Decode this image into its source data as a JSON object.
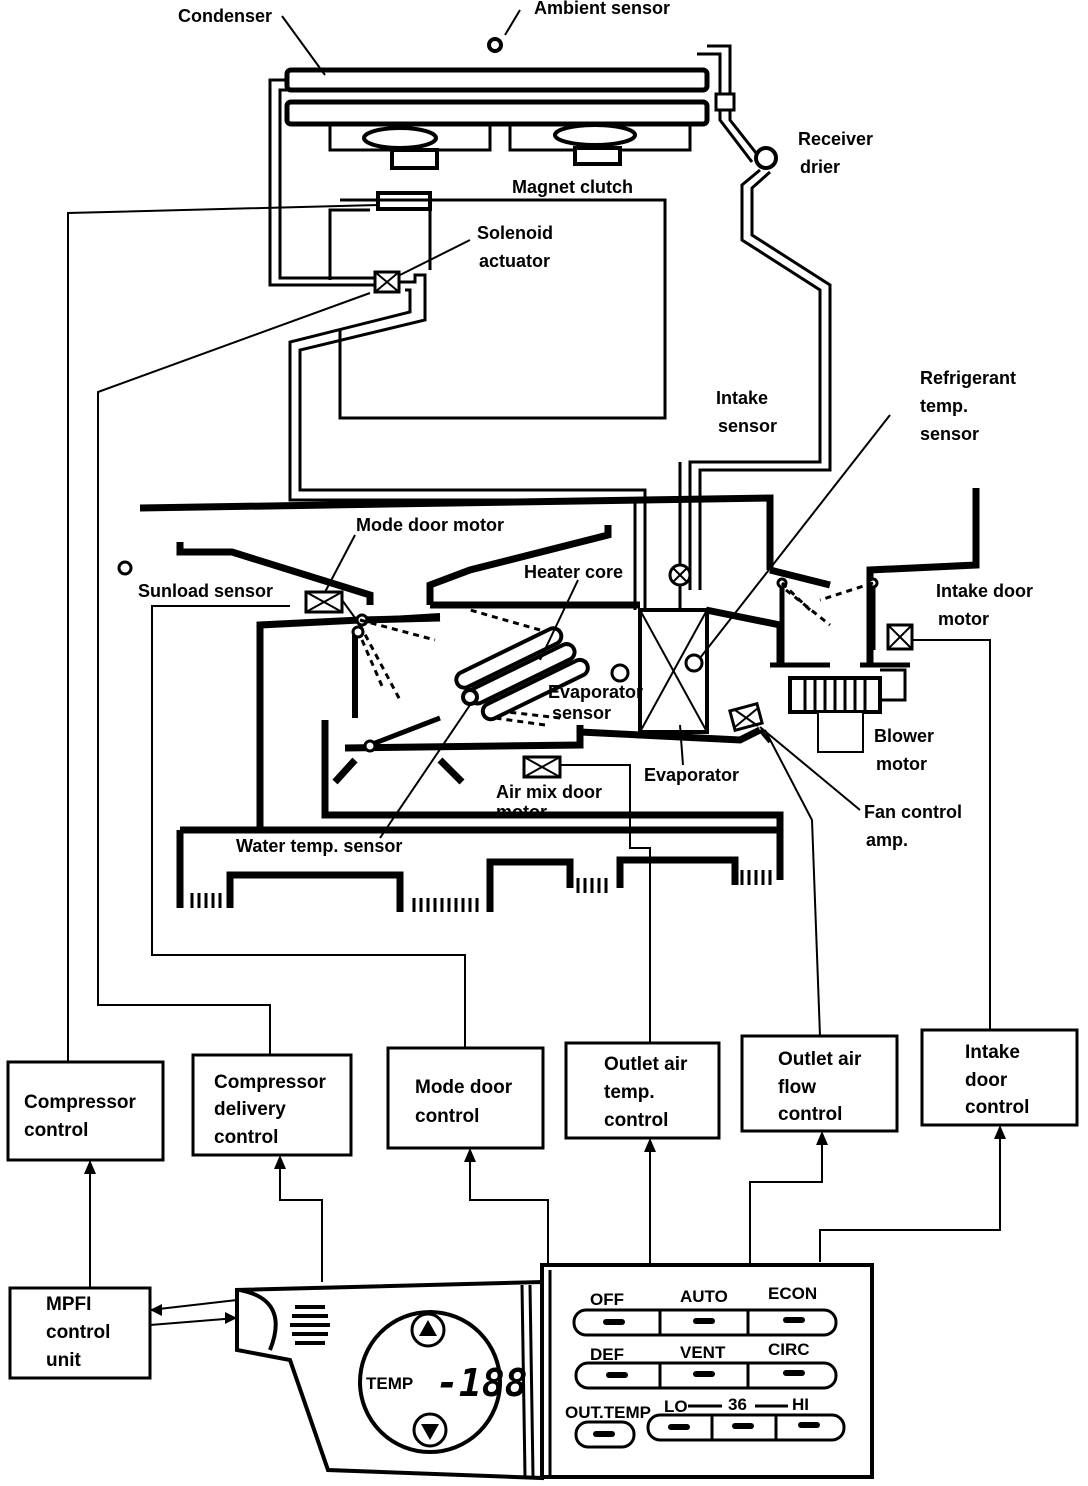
{
  "labels": {
    "condenser": "Condenser",
    "ambient_sensor": "Ambient sensor",
    "receiver_drier_1": "Receiver",
    "receiver_drier_2": "drier",
    "magnet_clutch": "Magnet clutch",
    "solenoid_actuator_1": "Solenoid",
    "solenoid_actuator_2": "actuator",
    "intake_sensor_1": "Intake",
    "intake_sensor_2": "sensor",
    "refrigerant_temp_sensor_1": "Refrigerant",
    "refrigerant_temp_sensor_2": "temp.",
    "refrigerant_temp_sensor_3": "sensor",
    "mode_door_motor": "Mode door motor",
    "sunload_sensor": "Sunload sensor",
    "heater_core": "Heater core",
    "evaporator_sensor_1": "Evaporator",
    "evaporator_sensor_2": "sensor",
    "intake_door_motor_1": "Intake door",
    "intake_door_motor_2": "motor",
    "blower_motor_1": "Blower",
    "blower_motor_2": "motor",
    "air_mix_door_motor_1": "Air mix door",
    "air_mix_door_motor_2": "motor",
    "evaporator": "Evaporator",
    "fan_control_amp_1": "Fan control",
    "fan_control_amp_2": "amp.",
    "water_temp_sensor": "Water temp. sensor"
  },
  "control_boxes": [
    {
      "id": "compressor-control",
      "lines": [
        "Compressor",
        "control"
      ]
    },
    {
      "id": "compressor-delivery-control",
      "lines": [
        "Compressor",
        "delivery",
        "control"
      ]
    },
    {
      "id": "mode-door-control",
      "lines": [
        "Mode door",
        "control"
      ]
    },
    {
      "id": "outlet-air-temp-control",
      "lines": [
        "Outlet air",
        "temp.",
        "control"
      ]
    },
    {
      "id": "outlet-air-flow-control",
      "lines": [
        "Outlet air",
        "flow",
        "control"
      ]
    },
    {
      "id": "intake-door-control",
      "lines": [
        "Intake",
        "door",
        "control"
      ]
    }
  ],
  "mpfi": {
    "lines": [
      "MPFI",
      "control",
      "unit"
    ]
  },
  "control_panel": {
    "temp_label": "TEMP",
    "temp_display": "-188",
    "buttons": {
      "off": "OFF",
      "auto": "AUTO",
      "econ": "ECON",
      "def": "DEF",
      "vent": "VENT",
      "circ": "CIRC",
      "out_temp": "OUT.TEMP",
      "lo": "LO",
      "mid": "36",
      "hi": "HI"
    }
  }
}
